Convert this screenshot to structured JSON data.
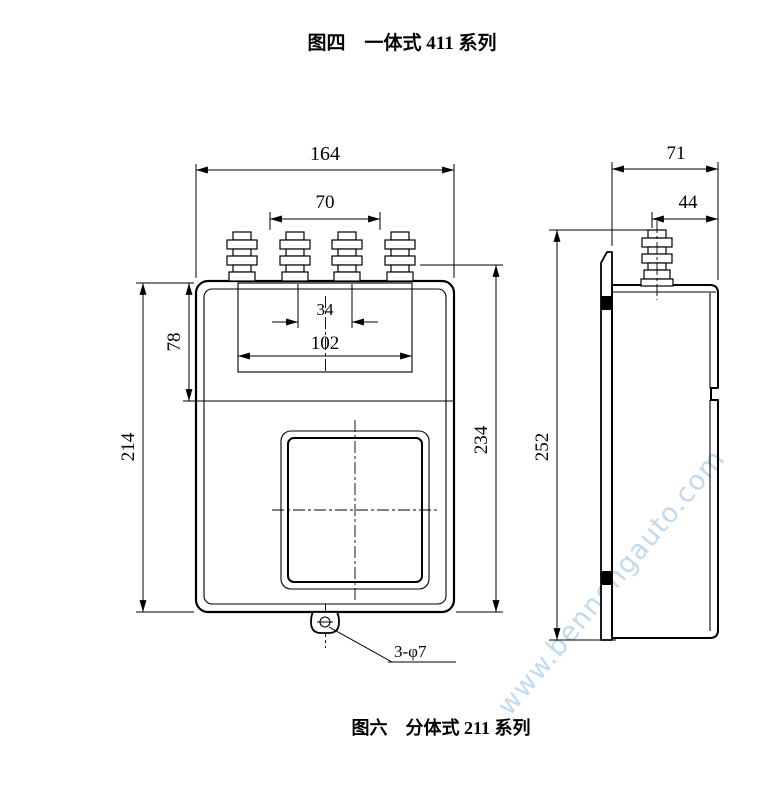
{
  "title": "图四　一体式 411 系列",
  "caption": "图六　分体式 211 系列",
  "watermark": "www.bennengauto.com",
  "front_view": {
    "dim_164": "164",
    "dim_70": "70",
    "dim_34": "34",
    "dim_102": "102",
    "dim_78": "78",
    "dim_214": "214",
    "dim_234": "234",
    "hole_note": "3-φ7"
  },
  "side_view": {
    "dim_71": "71",
    "dim_44": "44",
    "dim_252": "252"
  }
}
